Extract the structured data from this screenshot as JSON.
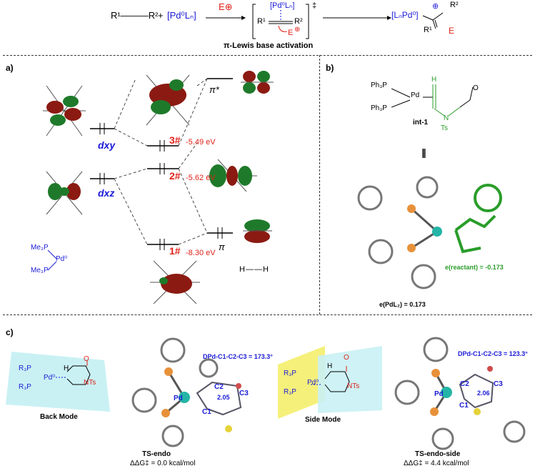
{
  "top_scheme": {
    "reactant_alkyne": "R¹———R²",
    "plus": "+",
    "pd_reagent": "[Pd⁰Lₙ]",
    "electrophile": "E⊕",
    "ts_complex": "[Pd⁰Lₙ]",
    "ts_r1": "R¹",
    "ts_r2": "R²",
    "ts_e": "E",
    "ts_plus": "⊕",
    "ts_dagger": "‡",
    "product_pd": "[LₙPd⁰]",
    "product_plus": "⊕",
    "product_r1": "R¹",
    "product_r2": "R²",
    "product_e": "E",
    "caption": "π-Lewis base activation"
  },
  "panel_a": {
    "label": "a)",
    "dxy": "dxy",
    "dxz": "dxz",
    "pi_star": "π*",
    "pi": "π",
    "state3": "3#",
    "state3_energy": "-5.49 eV",
    "state2": "2#",
    "state2_energy": "-5.62 eV",
    "state1": "1#",
    "state1_energy": "-8.30 eV",
    "pd_complex_line1": "Me₃P",
    "pd_complex_pd": "Pd⁰",
    "pd_complex_line2": "Me₃P",
    "acetylene": "H——H"
  },
  "panel_b": {
    "label": "b)",
    "ph3p_top": "Ph₃P",
    "pd": "Pd",
    "ph3p_bottom": "Ph₃P",
    "h_label": "H",
    "o_label": "O",
    "n_label": "N",
    "ts_label": "Ts",
    "int_label": "int-1",
    "equiv": "|||",
    "e_reactant": "e(reactant) = -0.173",
    "e_pdl2": "e(PdL₂) = 0.173"
  },
  "panel_c": {
    "label": "c)",
    "back_mode": {
      "r3p_top": "R₃P",
      "pd": "Pd⁰",
      "r3p_bottom": "R₃P",
      "h": "H",
      "o": "O",
      "nts": "NTs",
      "caption": "Back Mode"
    },
    "ts_endo": {
      "dihedral_label": "DPd-C1-C2-C3 = 173.3°",
      "pd": "Pd",
      "c1": "C1",
      "c2": "C2",
      "c3": "C3",
      "dist": "2.05",
      "name": "TS-endo",
      "energy": "ΔΔG‡ = 0.0 kcal/mol"
    },
    "side_mode": {
      "r3p_top": "R₃P",
      "pd": "Pd⁰",
      "r3p_bottom": "R₃P",
      "h": "H",
      "o": "O",
      "nts": "NTs",
      "caption": "Side Mode"
    },
    "ts_endo_side": {
      "dihedral_label": "DPd-C1-C2-C3 = 123.3°",
      "pd": "Pd",
      "c1": "C1",
      "c2": "C2",
      "c3": "C3",
      "dist": "2.06",
      "name": "TS-endo-side",
      "energy": "ΔΔG‡ = 4.4 kcal/mol"
    }
  },
  "colors": {
    "blue": "#1a1ad6",
    "red": "#e0231a",
    "green": "#2a9d2a",
    "cyan_plane": "#c9f1f4",
    "yellow_plane": "#f5f07a",
    "orbital_red": "#8b1a12",
    "orbital_green": "#1e7a2a"
  }
}
